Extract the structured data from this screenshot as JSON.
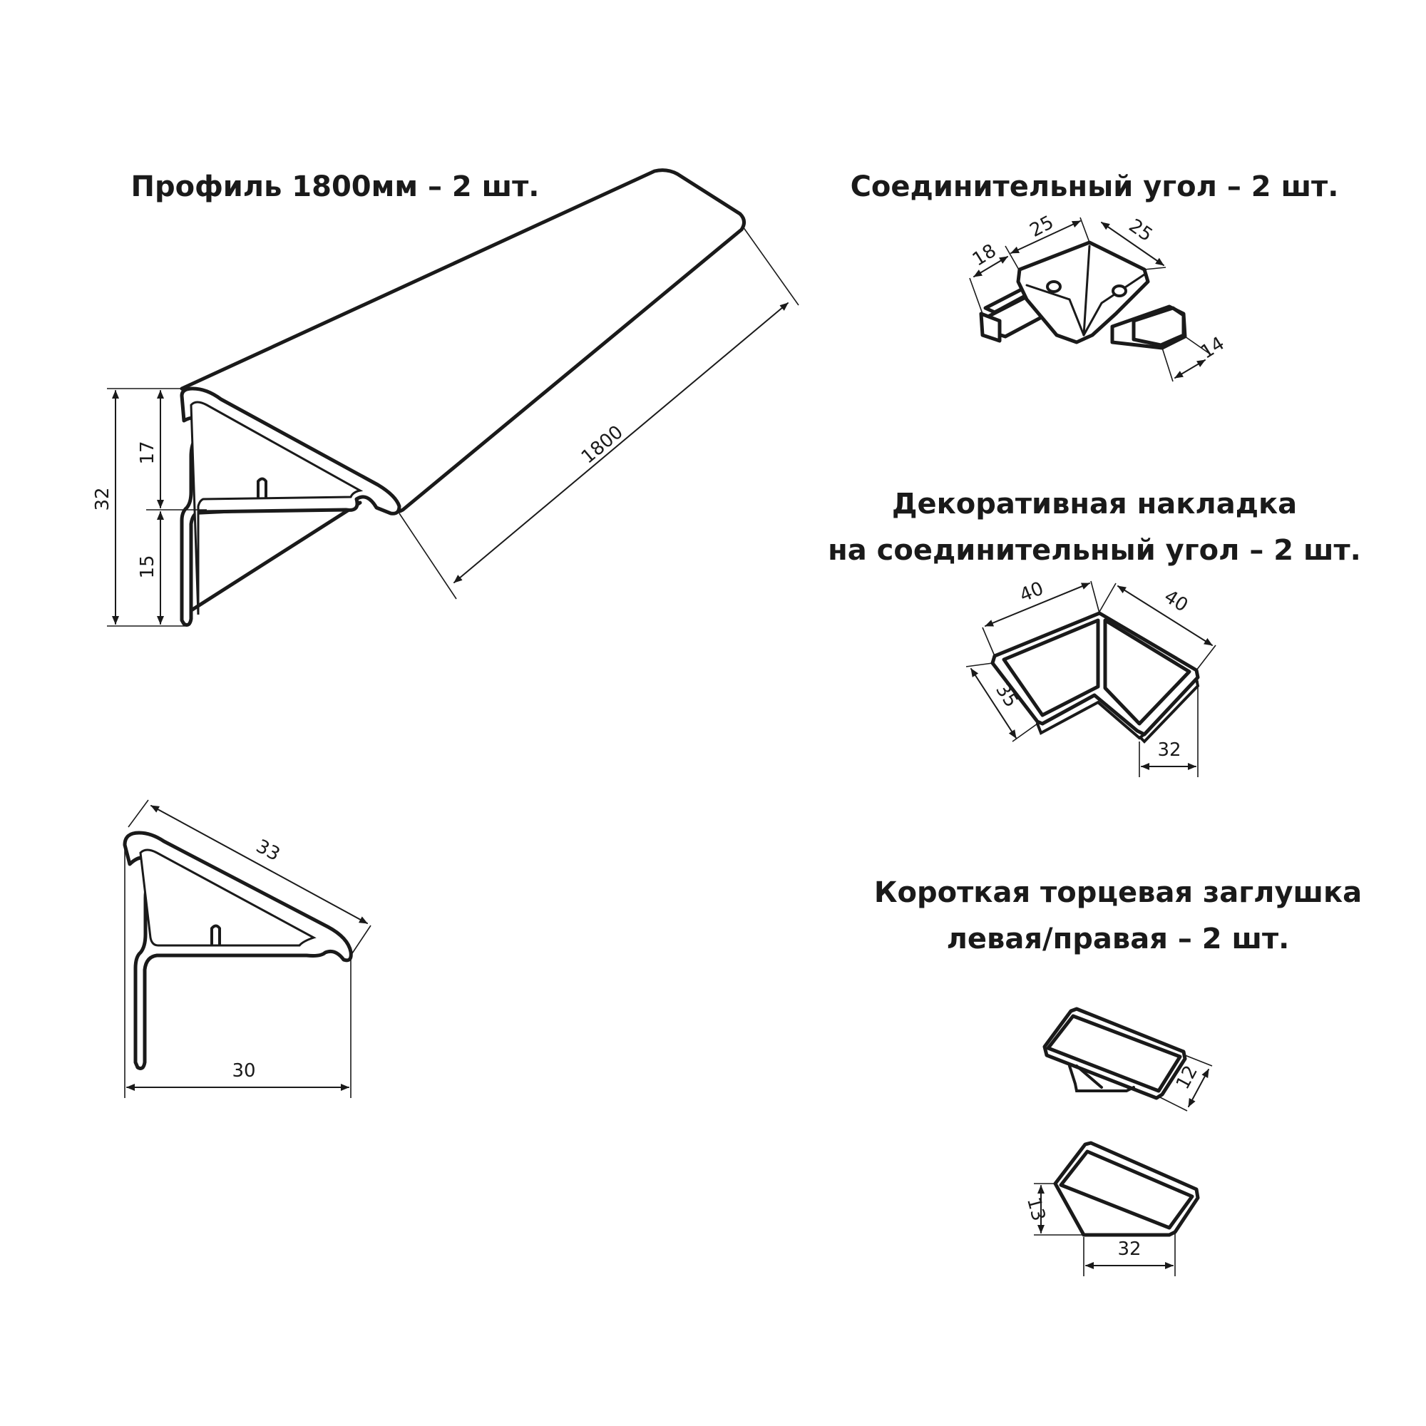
{
  "titles": {
    "profile": "Профиль 1800мм – 2 шт.",
    "corner": "Соединительный угол – 2 шт.",
    "cover_line1": "Декоративная накладка",
    "cover_line2": "на соединительный угол – 2 шт.",
    "cap_line1": "Короткая торцевая заглушка",
    "cap_line2": "левая/правая – 2 шт."
  },
  "dimensions": {
    "profile_length": "1800",
    "profile_height": "32",
    "profile_upper": "17",
    "profile_lower": "15",
    "section_diagonal": "33",
    "section_width": "30",
    "corner_18": "18",
    "corner_25_left": "25",
    "corner_25_right": "25",
    "corner_14": "14",
    "cover_40_left": "40",
    "cover_40_right": "40",
    "cover_35": "35",
    "cover_32": "32",
    "cap_12": "12",
    "cap_13": "13",
    "cap_32": "32"
  }
}
